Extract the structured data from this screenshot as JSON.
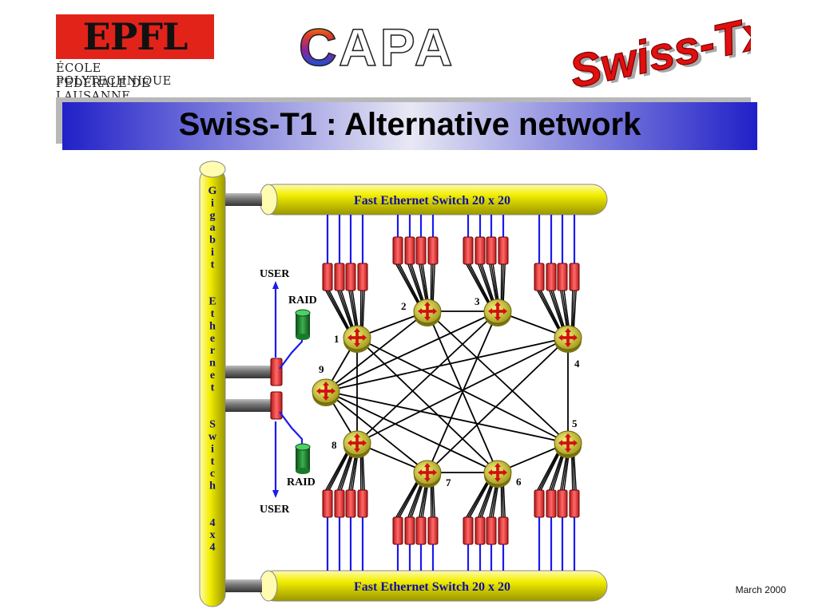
{
  "header": {
    "epfl": {
      "logo_text": "EPFL",
      "line1": "ÉCOLE POLYTECHNIQUE",
      "line2": "FÉDÉRALE DE LAUSANNE"
    },
    "capa_logo_text": "CAPA",
    "swisstx_logo_text": "Swiss-Tx"
  },
  "title": "Swiss-T1 : Alternative network",
  "diagram": {
    "gigabit_switch_label": "Gigabit  Ethernet  Switch  4x4",
    "top_switch_label": "Fast Ethernet Switch 20 x 20",
    "bottom_switch_label": "Fast Ethernet Switch 20 x 20",
    "user_top": "USER",
    "user_bottom": "USER",
    "raid_top": "RAID",
    "raid_bottom": "RAID",
    "nodes": [
      "1",
      "2",
      "3",
      "4",
      "5",
      "6",
      "7",
      "8",
      "9"
    ]
  },
  "footer": {
    "date": "March 2000"
  },
  "colors": {
    "yellow_pipe": "#f2ee00",
    "banner_blue": "#2b2bd0",
    "router": "#d6cf2a",
    "router_arrow": "#d01010",
    "module_red": "#ea3a3a",
    "link_blue": "#1a1aee",
    "raid_green": "#1a7a2a"
  }
}
